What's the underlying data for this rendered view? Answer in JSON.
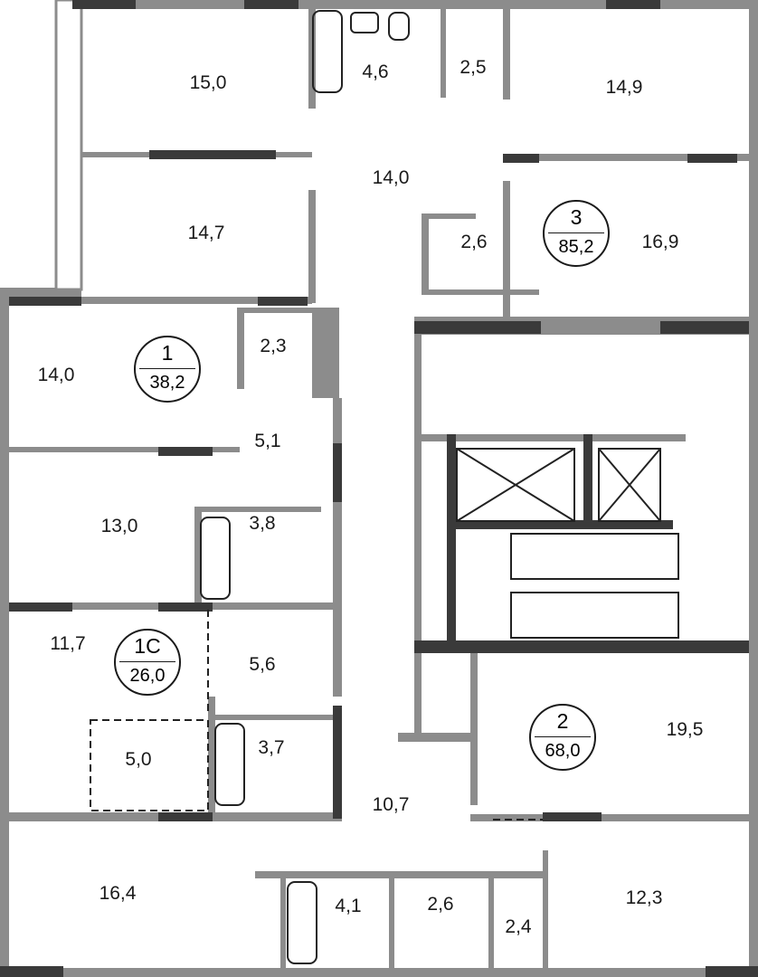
{
  "apartments": [
    {
      "number": "3",
      "area": "85,2"
    },
    {
      "number": "1",
      "area": "38,2"
    },
    {
      "number": "1С",
      "area": "26,0"
    },
    {
      "number": "2",
      "area": "68,0"
    }
  ],
  "rooms": [
    "15,0",
    "4,6",
    "2,5",
    "14,9",
    "14,0",
    "14,7",
    "2,6",
    "16,9",
    "14,0",
    "2,3",
    "5,1",
    "13,0",
    "3,8",
    "11,7",
    "5,6",
    "3,7",
    "5,0",
    "10,7",
    "19,5",
    "16,4",
    "4,1",
    "2,6",
    "2,4",
    "12,3"
  ],
  "colors": {
    "wall": "#8c8c8c",
    "wall_dark": "#3a3a3a",
    "line": "#222222"
  }
}
